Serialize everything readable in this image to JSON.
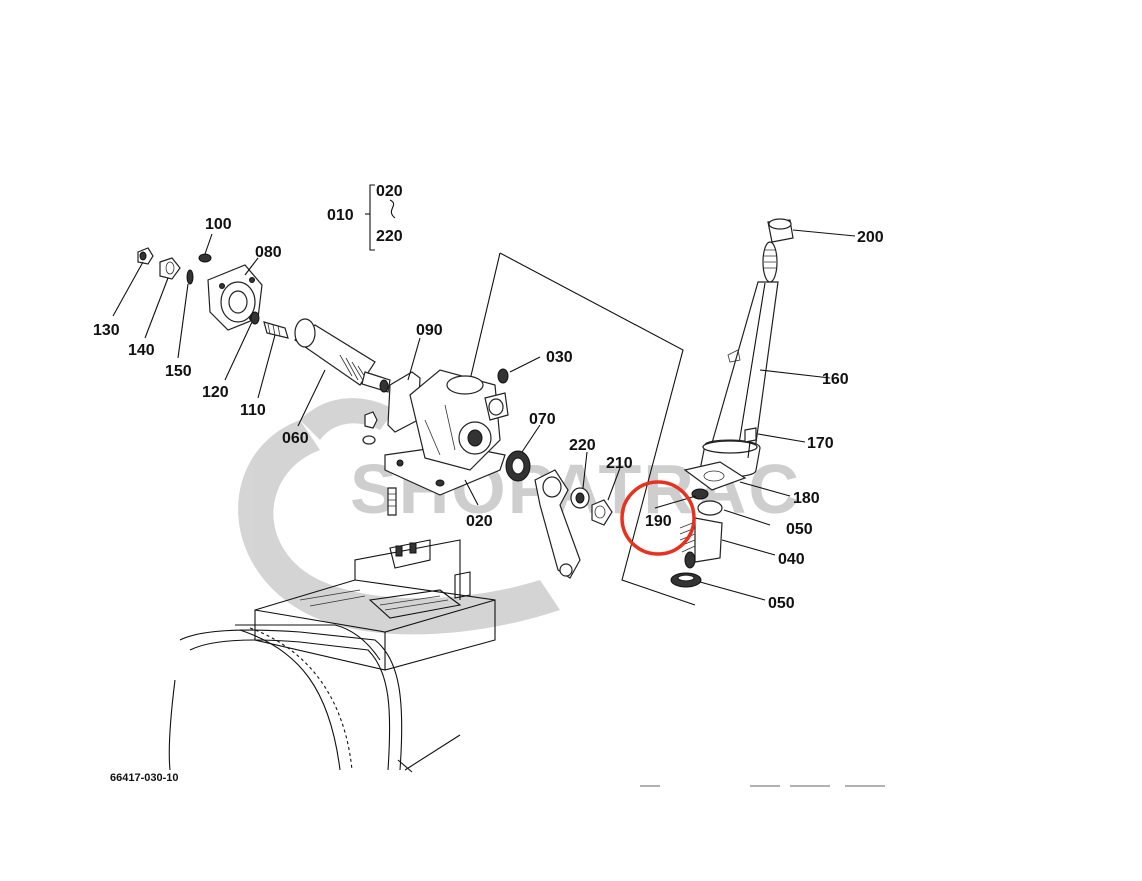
{
  "diagram": {
    "drawing_number": "66417-030-10",
    "watermark": "SHOPATRAC",
    "group_label": {
      "id": "010",
      "range_start": "020",
      "range_end": "220"
    },
    "callouts": {
      "p030": "030",
      "p020": "020",
      "p040": "040",
      "p050a": "050",
      "p050b": "050",
      "p060": "060",
      "p070": "070",
      "p080": "080",
      "p090": "090",
      "p100": "100",
      "p110": "110",
      "p120": "120",
      "p130": "130",
      "p140": "140",
      "p150": "150",
      "p160": "160",
      "p170": "170",
      "p180": "180",
      "p190": "190",
      "p200": "200",
      "p210": "210",
      "p220": "220"
    },
    "highlight": {
      "part": "190",
      "color": "#e8321e"
    },
    "colors": {
      "line": "#111111",
      "watermark": "#c9c9c9"
    }
  }
}
